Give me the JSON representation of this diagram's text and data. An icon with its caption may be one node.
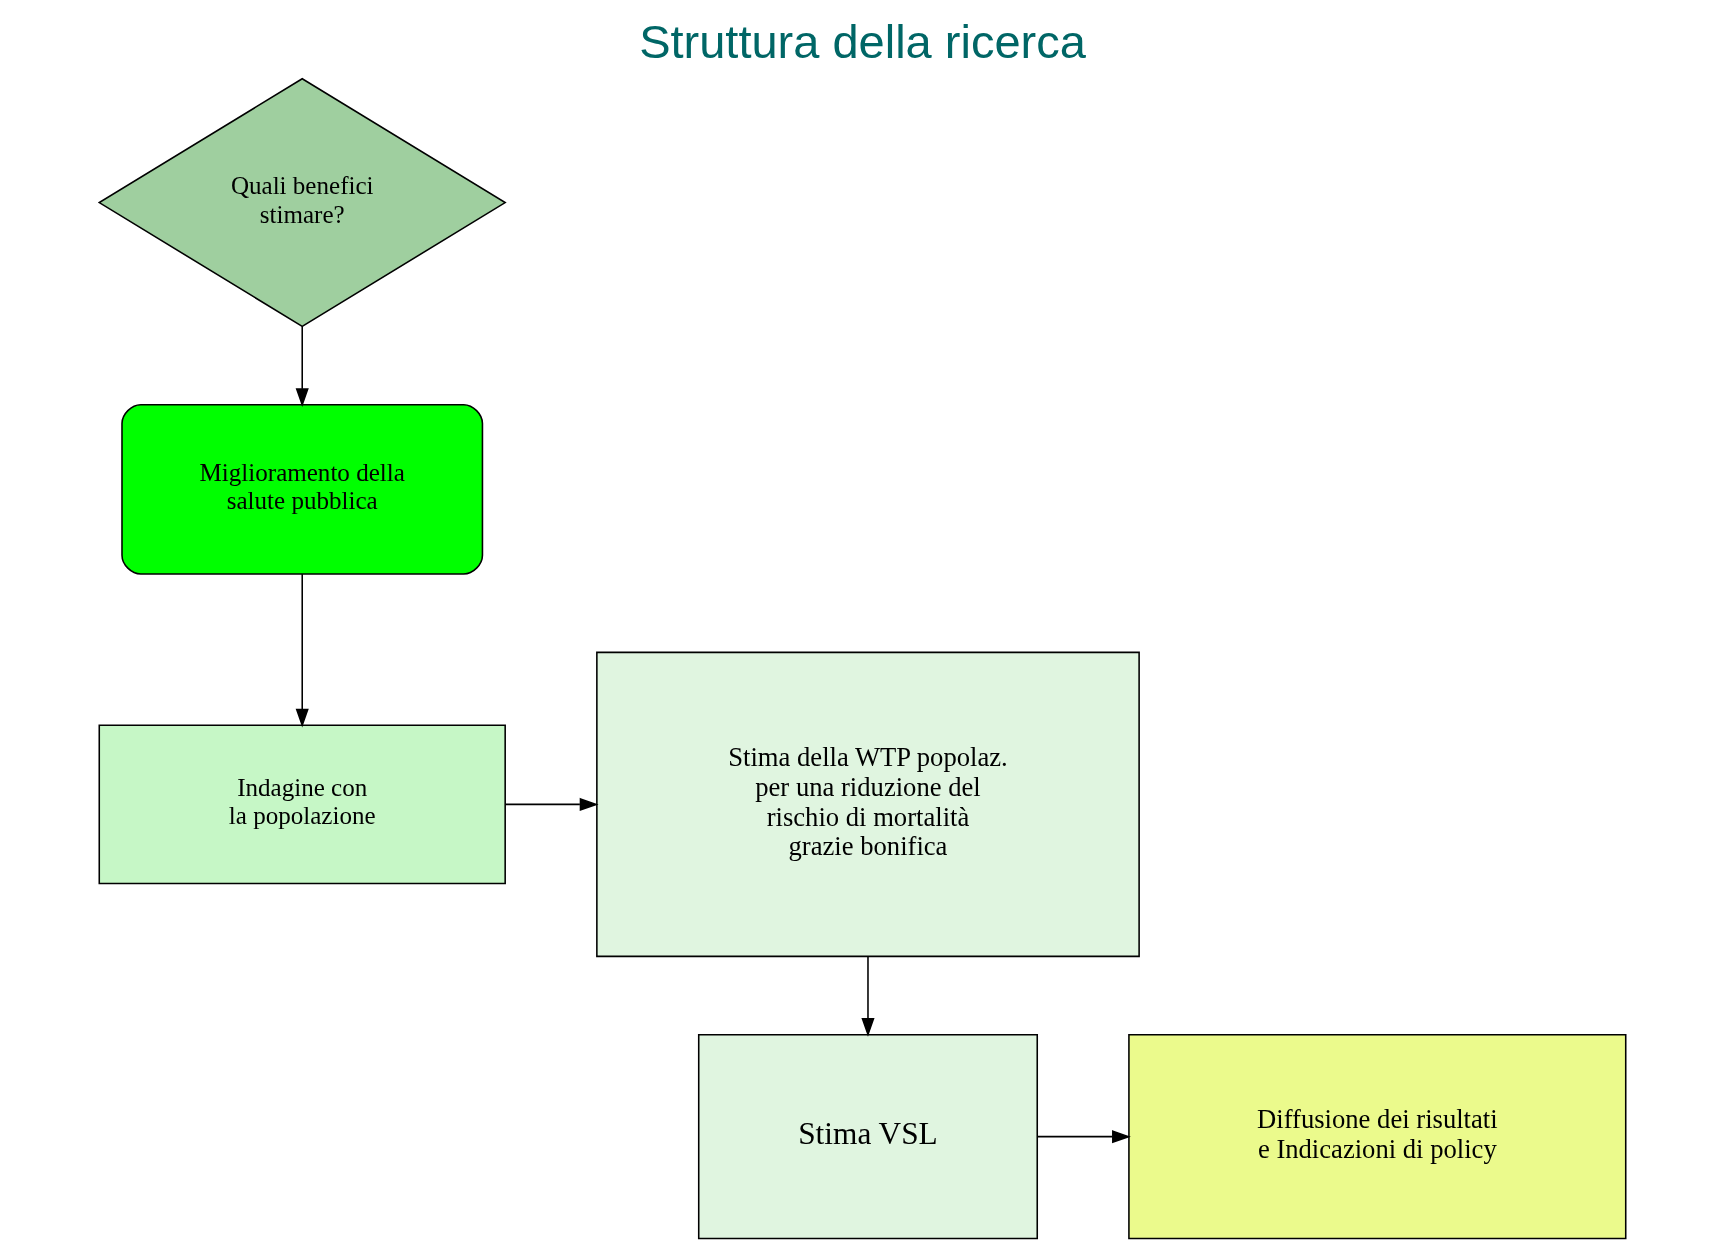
{
  "diagram": {
    "title": "Struttura della ricerca",
    "nodes": [
      {
        "text": [
          "Quali benefici stimare?"
        ]
      },
      {
        "text": [
          "Miglioramento della salute pubblica"
        ]
      },
      {
        "text": [
          "Indagine con la popolazione"
        ]
      },
      {
        "text": [
          "Stima della WTP popolaz. per una riduzione del rischio di mortalità grazie bonifica"
        ]
      },
      {
        "text": [
          "Stima VSL"
        ]
      },
      {
        "text": [
          "Diffusione dei risultati e Indicazioni di policy"
        ]
      }
    ],
    "edges": [
      {
        "from": 0,
        "to": 1,
        "arrow": "to"
      },
      {
        "from": 1,
        "to": 2,
        "arrow": "to"
      },
      {
        "from": 2,
        "to": 3,
        "arrow": "to"
      },
      {
        "from": 3,
        "to": 4,
        "arrow": "to"
      },
      {
        "from": 4,
        "to": 5,
        "arrow": "to"
      }
    ]
  }
}
